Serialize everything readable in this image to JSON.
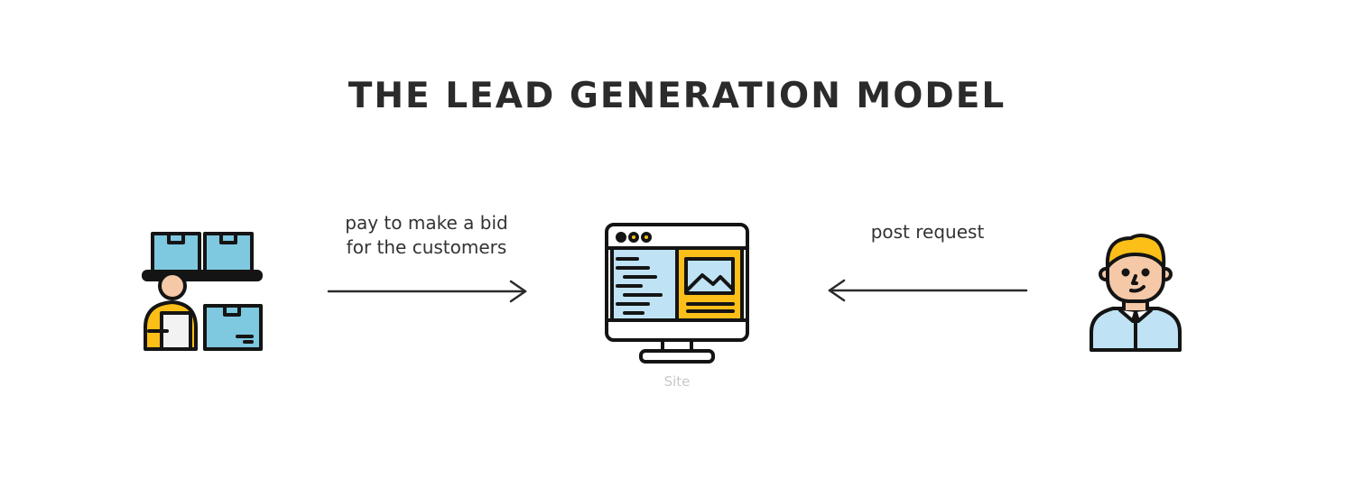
{
  "title": "THE LEAD GENERATION MODEL",
  "edges": {
    "left": {
      "line1": "pay to make a bid",
      "line2": "for the customers"
    },
    "right": {
      "label": "post request"
    }
  },
  "nodes": {
    "site": {
      "caption": "Site"
    }
  },
  "colors": {
    "outline": "#141414",
    "box_blue": "#7ec8e0",
    "screen_blue": "#bfe3f5",
    "accent_yellow": "#fbbf18",
    "skin": "#f5c9a8",
    "shirt": "#bfe3f5",
    "text": "#333333",
    "caption": "#c8c8c8"
  },
  "icons": [
    "warehouse-worker-icon",
    "website-monitor-icon",
    "customer-icon"
  ]
}
